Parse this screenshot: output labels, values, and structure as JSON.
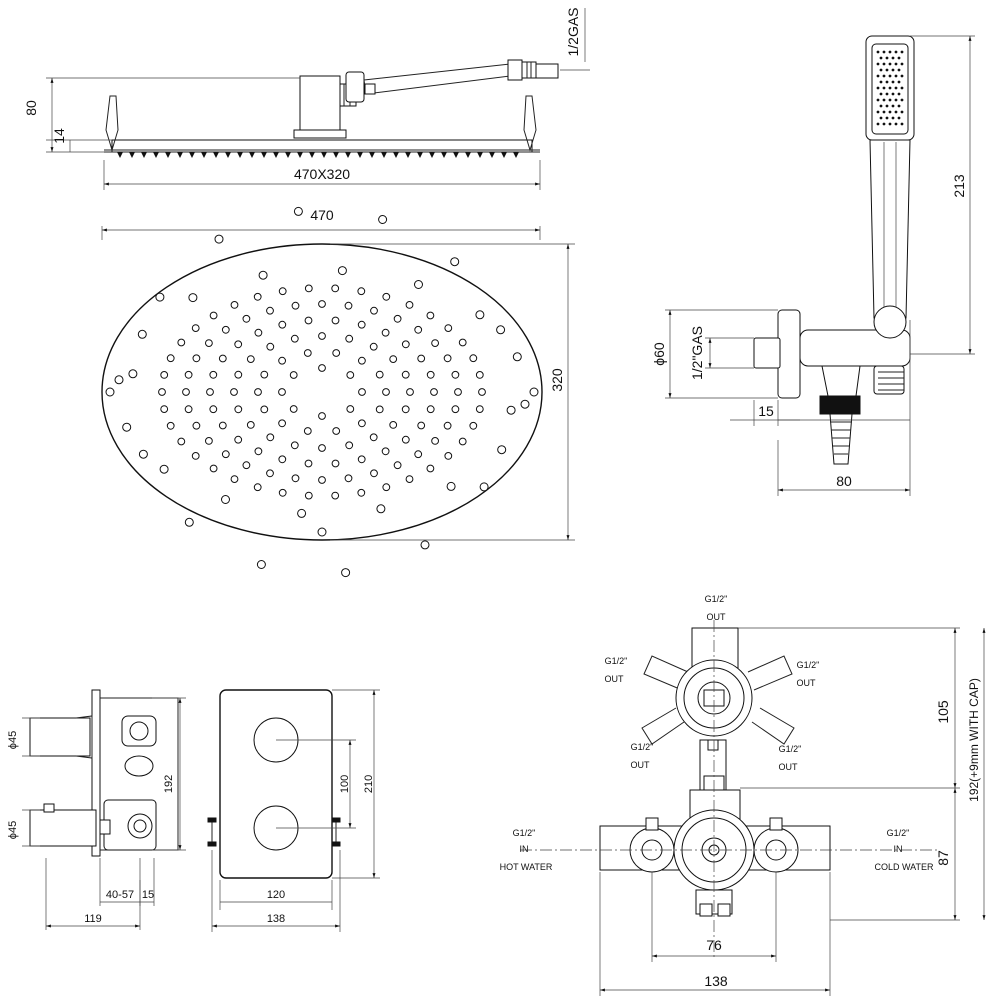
{
  "views": {
    "rain_side": {
      "height": "80",
      "thickness": "14",
      "size": "470X320",
      "thread": "1/2GAS"
    },
    "rain_top": {
      "width": "470",
      "height": "320"
    },
    "hand_shower": {
      "length": "213",
      "diameter": "ϕ60",
      "thread": "1/2\"GAS",
      "depth": "15",
      "width": "80"
    },
    "mixer_side": {
      "d1": "ϕ45",
      "d2": "ϕ45",
      "height": "192",
      "depth_range": "40-57",
      "depth_extra": "15",
      "total_depth": "119"
    },
    "mixer_front": {
      "spacing": "100",
      "plate_height": "210",
      "inner_width": "120",
      "plate_width": "138"
    },
    "valve_body": {
      "top_out": [
        "G1/2\"",
        "OUT"
      ],
      "left_upper_out": [
        "G1/2\"",
        "OUT"
      ],
      "right_upper_out": [
        "G1/2\"",
        "OUT"
      ],
      "left_lower_out": [
        "G1/2\"",
        "OUT"
      ],
      "right_lower_out": [
        "G1/2\"",
        "OUT"
      ],
      "hot_in": [
        "G1/2\"",
        "IN",
        "HOT WATER"
      ],
      "cold_in": [
        "G1/2\"",
        "IN",
        "COLD WATER"
      ],
      "upper_height": "105",
      "total_height": "192(+9mm WITH CAP)",
      "lower_height": "87",
      "inlet_spacing": "76",
      "total_width": "138"
    }
  }
}
